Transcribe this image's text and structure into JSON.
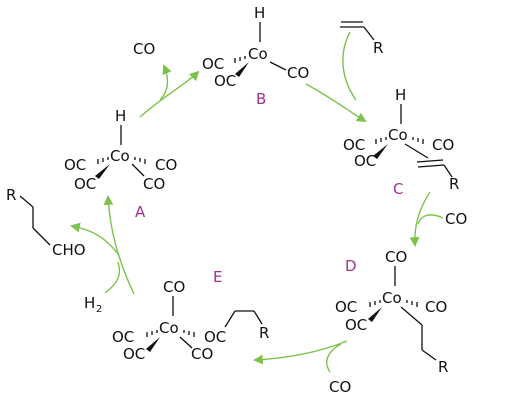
{
  "colors": {
    "arrow": "#7dc24b",
    "label": "#a0338f",
    "bond": "#111111"
  },
  "atoms": {
    "h": "H",
    "co": "Co",
    "oc": "OC",
    "carbonyl": "CO",
    "r": "R",
    "cho": "CHO",
    "h2": "H",
    "h2_sub": "2"
  },
  "labels": {
    "a": "A",
    "b": "B",
    "c": "C",
    "d": "D",
    "e": "E"
  },
  "inputs": {
    "co_released": "CO",
    "co_added": "CO",
    "co_bottom": "CO"
  }
}
